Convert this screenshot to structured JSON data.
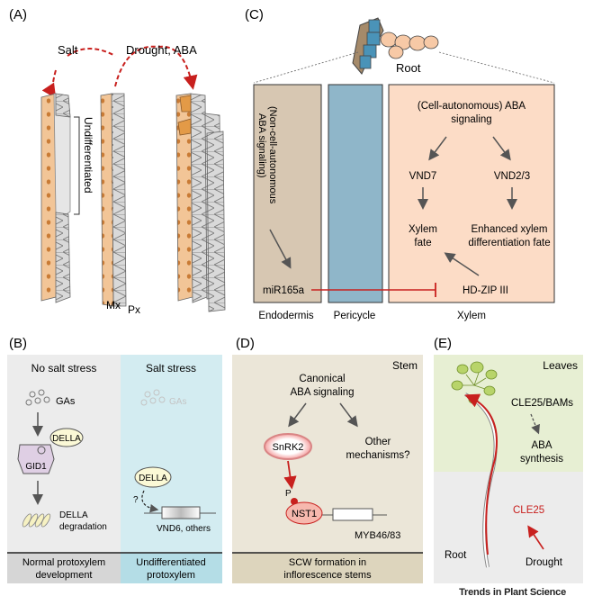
{
  "panels": {
    "a": {
      "label": "(A)",
      "salt": "Salt",
      "drought_aba": "Drought, ABA",
      "undifferentiated": "Undifferentiated",
      "mx": "Mx",
      "px": "Px"
    },
    "b": {
      "label": "(B)",
      "left_title": "No salt stress",
      "right_title": "Salt stress",
      "gas": "GAs",
      "gas_faded": "GAs",
      "della": "DELLA",
      "gid1": "GID1",
      "della_degradation_1": "DELLA",
      "della_degradation_2": "degradation",
      "della_right": "DELLA",
      "question": "?",
      "vnd6": "VND6, others",
      "footer_left_1": "Normal protoxylem",
      "footer_left_2": "development",
      "footer_right_1": "Undifferentiated",
      "footer_right_2": "protoxylem"
    },
    "c": {
      "label": "(C)",
      "root": "Root",
      "nonca_1": "(Non-cell-autonomous",
      "nonca_2": "ABA signaling)",
      "ca_1": "(Cell-autonomous) ABA",
      "ca_2": "signaling",
      "vnd7": "VND7",
      "vnd23": "VND2/3",
      "xylem_fate_1": "Xylem",
      "xylem_fate_2": "fate",
      "enhanced_1": "Enhanced xylem",
      "enhanced_2": "differentiation fate",
      "mir165a": "miR165a",
      "hdzip": "HD-ZIP III",
      "endodermis": "Endodermis",
      "pericycle": "Pericycle",
      "xylem": "Xylem"
    },
    "d": {
      "label": "(D)",
      "stem": "Stem",
      "canonical_1": "Canonical",
      "canonical_2": "ABA signaling",
      "snrk2": "SnRK2",
      "other_1": "Other",
      "other_2": "mechanisms?",
      "p": "P",
      "nst1": "NST1",
      "myb": "MYB46/83",
      "footer_1": "SCW formation in",
      "footer_2": "inflorescence stems"
    },
    "e": {
      "label": "(E)",
      "leaves": "Leaves",
      "cle25_bams": "CLE25/BAMs",
      "aba_1": "ABA",
      "aba_2": "synthesis",
      "root": "Root",
      "cle25": "CLE25",
      "drought": "Drought"
    }
  },
  "journal": "Trends in Plant Science",
  "colors": {
    "orange_cell": "#f2c597",
    "orange_dot": "#c97b35",
    "grey_cell": "#d9d9d9",
    "endodermis": "#d7c7b2",
    "pericycle": "#8fb6c9",
    "xylem_bg": "#fcdcc6",
    "panel_b_left": "#ececec",
    "panel_b_right": "#d3ecf1",
    "panel_d_bg": "#ebe6d8",
    "panel_e_top": "#e7efd3",
    "panel_e_bottom": "#ececec",
    "red": "#c8201e"
  }
}
